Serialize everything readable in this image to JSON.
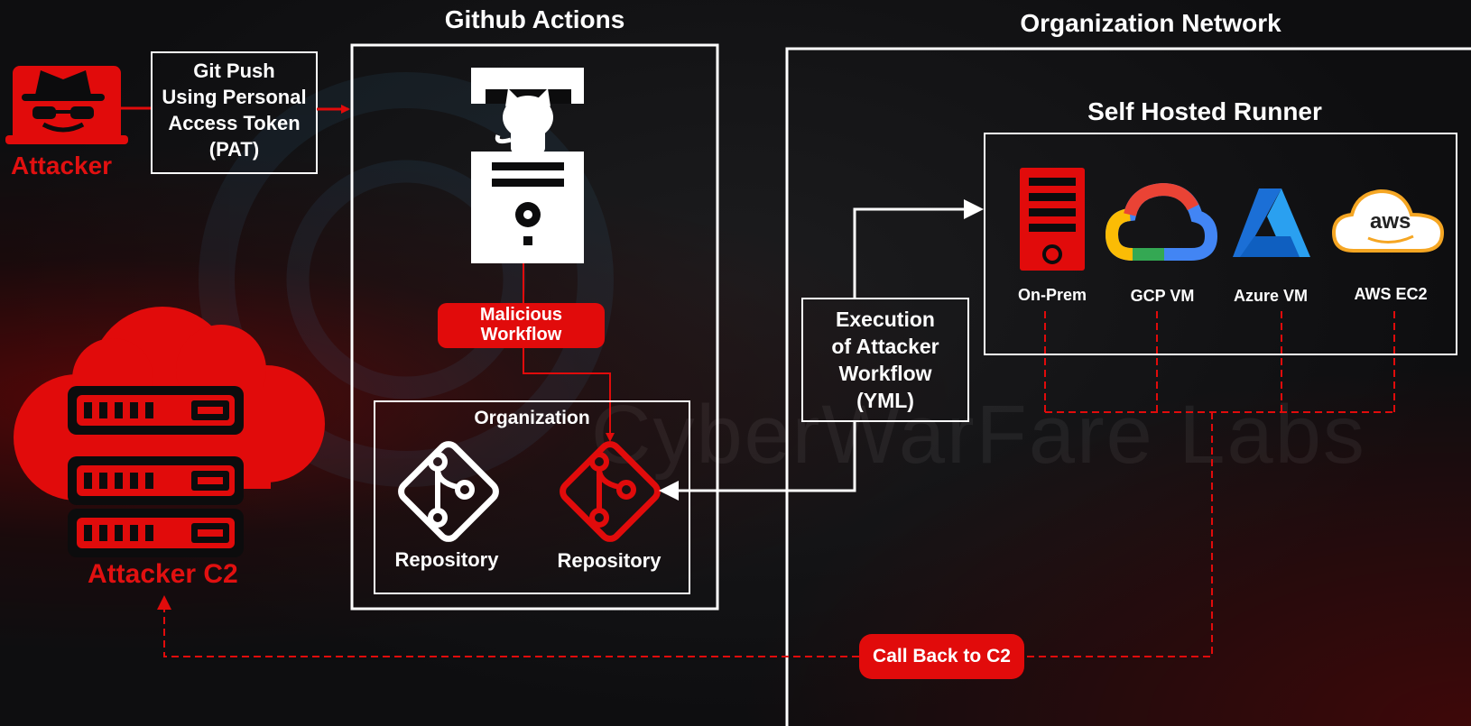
{
  "titles": {
    "github_actions": "Github Actions",
    "organization_network": "Organization Network",
    "self_hosted_runner": "Self Hosted Runner"
  },
  "attacker": {
    "label": "Attacker"
  },
  "attacker_c2": {
    "label": "Attacker C2"
  },
  "git_push_box": {
    "lines": [
      "Git Push",
      "Using Personal",
      "Access Token",
      "(PAT)"
    ]
  },
  "malicious_workflow": {
    "lines": [
      "Malicious",
      "Workflow"
    ]
  },
  "organization_box": {
    "title": "Organization",
    "repo_left": "Repository",
    "repo_right": "Repository"
  },
  "execution_box": {
    "lines": [
      "Execution",
      "of Attacker",
      "Workflow",
      "(YML)"
    ]
  },
  "runners": [
    {
      "label": "On-Prem",
      "icon": "server-icon"
    },
    {
      "label": "GCP VM",
      "icon": "gcp-icon"
    },
    {
      "label": "Azure VM",
      "icon": "azure-icon"
    },
    {
      "label": "AWS EC2",
      "icon": "aws-icon"
    }
  ],
  "aws_logo_text": "aws",
  "call_back": {
    "label": "Call Back to C2"
  },
  "watermark": {
    "text": "CyberWarFare Labs"
  },
  "colors": {
    "accent_red": "#e10b0b",
    "line_white": "#ffffff",
    "background": "#0c0c0d"
  }
}
